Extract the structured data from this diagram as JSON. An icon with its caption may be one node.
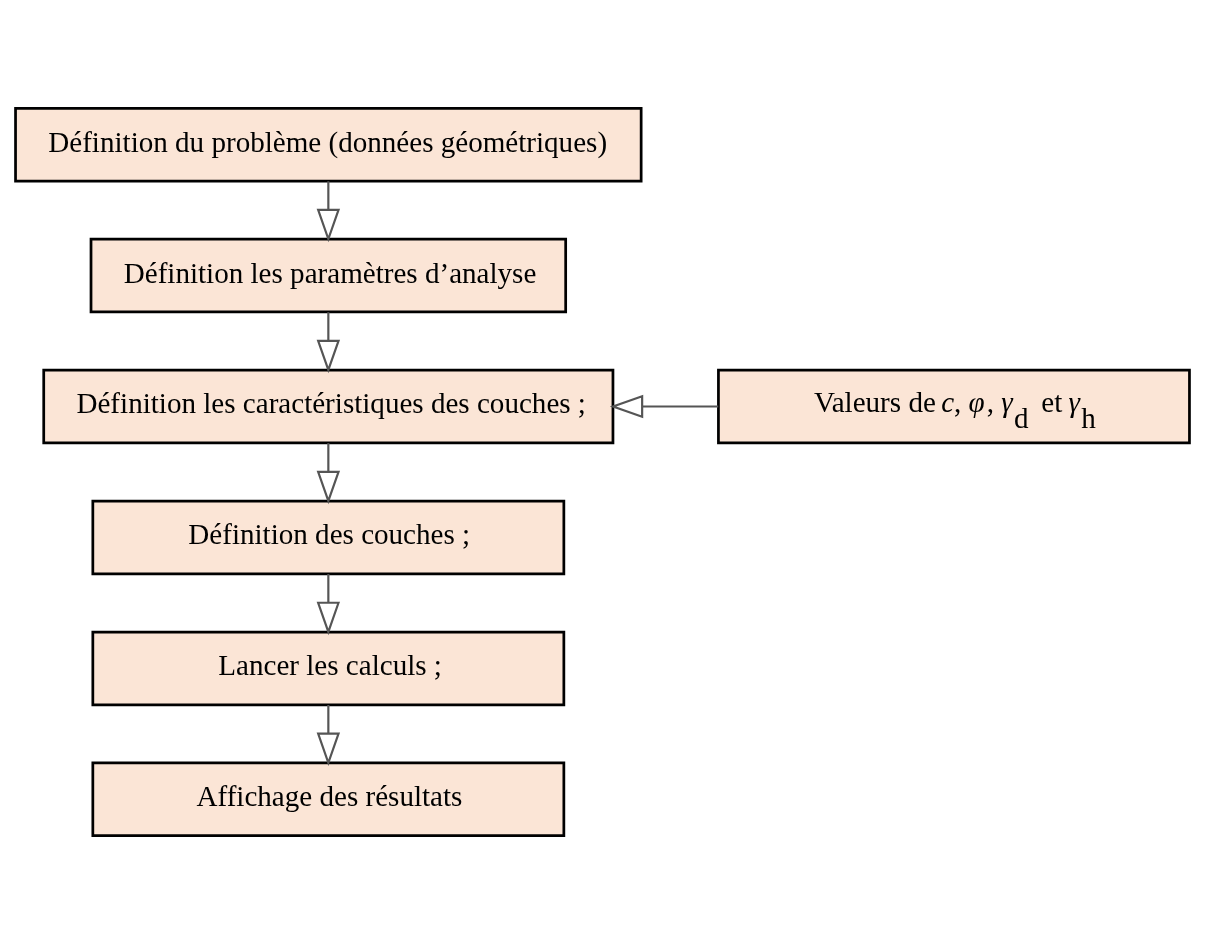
{
  "diagram": {
    "nodes": [
      {
        "text": [
          "Définition du problème (données géométriques)"
        ]
      },
      {
        "text": [
          "Définition les paramètres d’analyse"
        ]
      },
      {
        "text": [
          "Définition les caractéristiques des couches ;"
        ]
      },
      {
        "text": [
          "Valeurs de *c*, *φ*, *γ*$_{d}$ et *γ*$_{h}$"
        ]
      },
      {
        "text": [
          "Définition des couches ;"
        ]
      },
      {
        "text": [
          "Lancer les calculs ;"
        ]
      },
      {
        "text": [
          "Affichage des résultats"
        ]
      }
    ],
    "edges": [
      {
        "from": 0,
        "to": 1,
        "arrow": "to"
      },
      {
        "from": 1,
        "to": 2,
        "arrow": "to"
      },
      {
        "from": 3,
        "to": 2,
        "arrow": "to"
      },
      {
        "from": 2,
        "to": 4,
        "arrow": "to"
      },
      {
        "from": 4,
        "to": 5,
        "arrow": "to"
      },
      {
        "from": 5,
        "to": 6,
        "arrow": "to"
      }
    ]
  }
}
